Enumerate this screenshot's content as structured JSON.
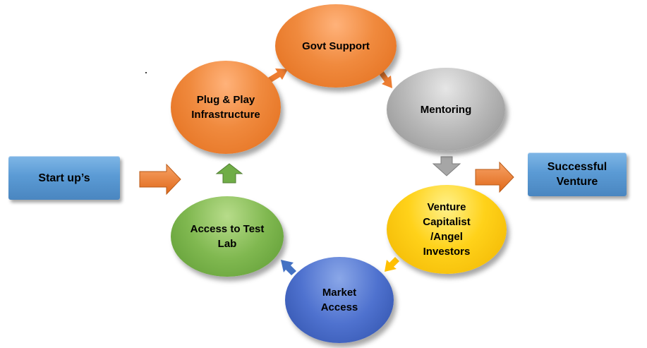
{
  "nodes": {
    "start_ups": {
      "label": "Start up’s"
    },
    "plug_play": {
      "line1": "Plug & Play",
      "line2": "Infrastructure"
    },
    "govt_support": {
      "label": "Govt Support"
    },
    "mentoring": {
      "label": "Mentoring"
    },
    "venture_capitalist": {
      "line1": "Venture",
      "line2": "Capitalist",
      "line3": "/Angel",
      "line4": "Investors"
    },
    "market_access": {
      "line1": "Market",
      "line2": "Access"
    },
    "test_lab": {
      "line1": "Access to Test",
      "line2": "Lab"
    },
    "successful_venture": {
      "line1": "Successful",
      "line2": "Venture"
    }
  },
  "colors": {
    "arrow_orange": "#ed7d31",
    "arrow_green": "#70ad47",
    "arrow_blue": "#4472c4",
    "arrow_grey": "#a6a6a6",
    "arrow_yellow": "#ffc000",
    "box_blue": "#5b9bd5"
  }
}
